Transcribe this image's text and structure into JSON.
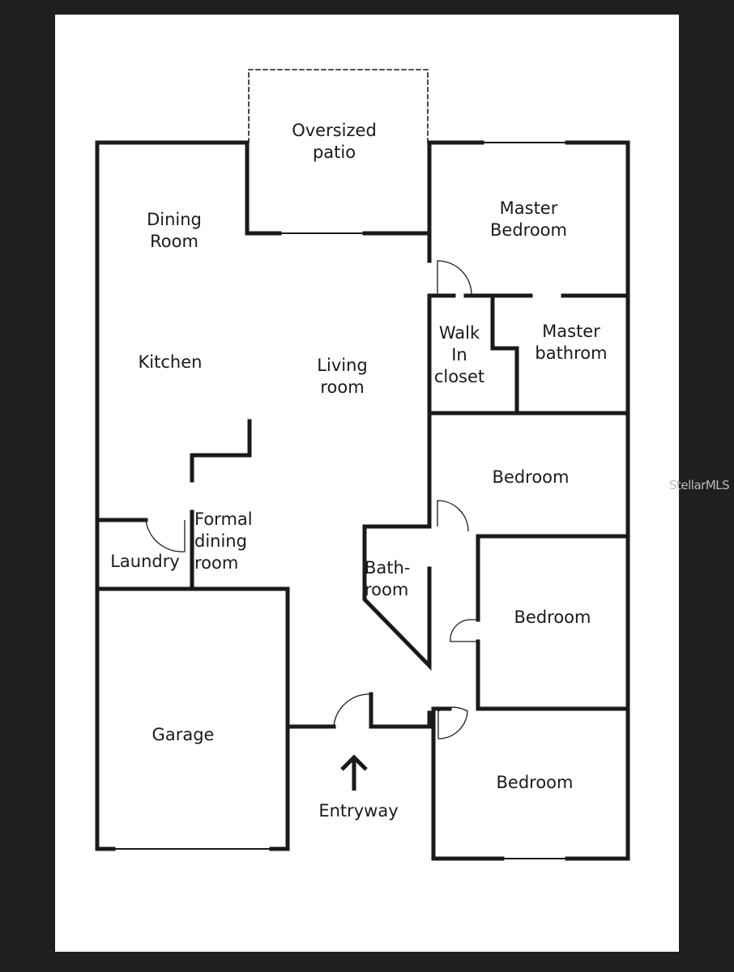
{
  "rooms": {
    "patio": "Oversized\npatio",
    "dining": "Dining\nRoom",
    "kitchen": "Kitchen",
    "living": "Living\nroom",
    "master_bedroom": "Master\nBedroom",
    "walk_in_closet": "Walk\nIn\ncloset",
    "master_bath": "Master\nbathrom",
    "bedroom1": "Bedroom",
    "formal_dining": "Formal\ndining\nroom",
    "laundry": "Laundry",
    "bathroom": "Bath-\nroom",
    "bedroom2": "Bedroom",
    "garage": "Garage",
    "entryway": "Entryway",
    "bedroom3": "Bedroom"
  },
  "watermark": "StellarMLS",
  "colors": {
    "wall": "#1a1a1a",
    "background": "#1f1f1f",
    "paper": "#ffffff"
  }
}
